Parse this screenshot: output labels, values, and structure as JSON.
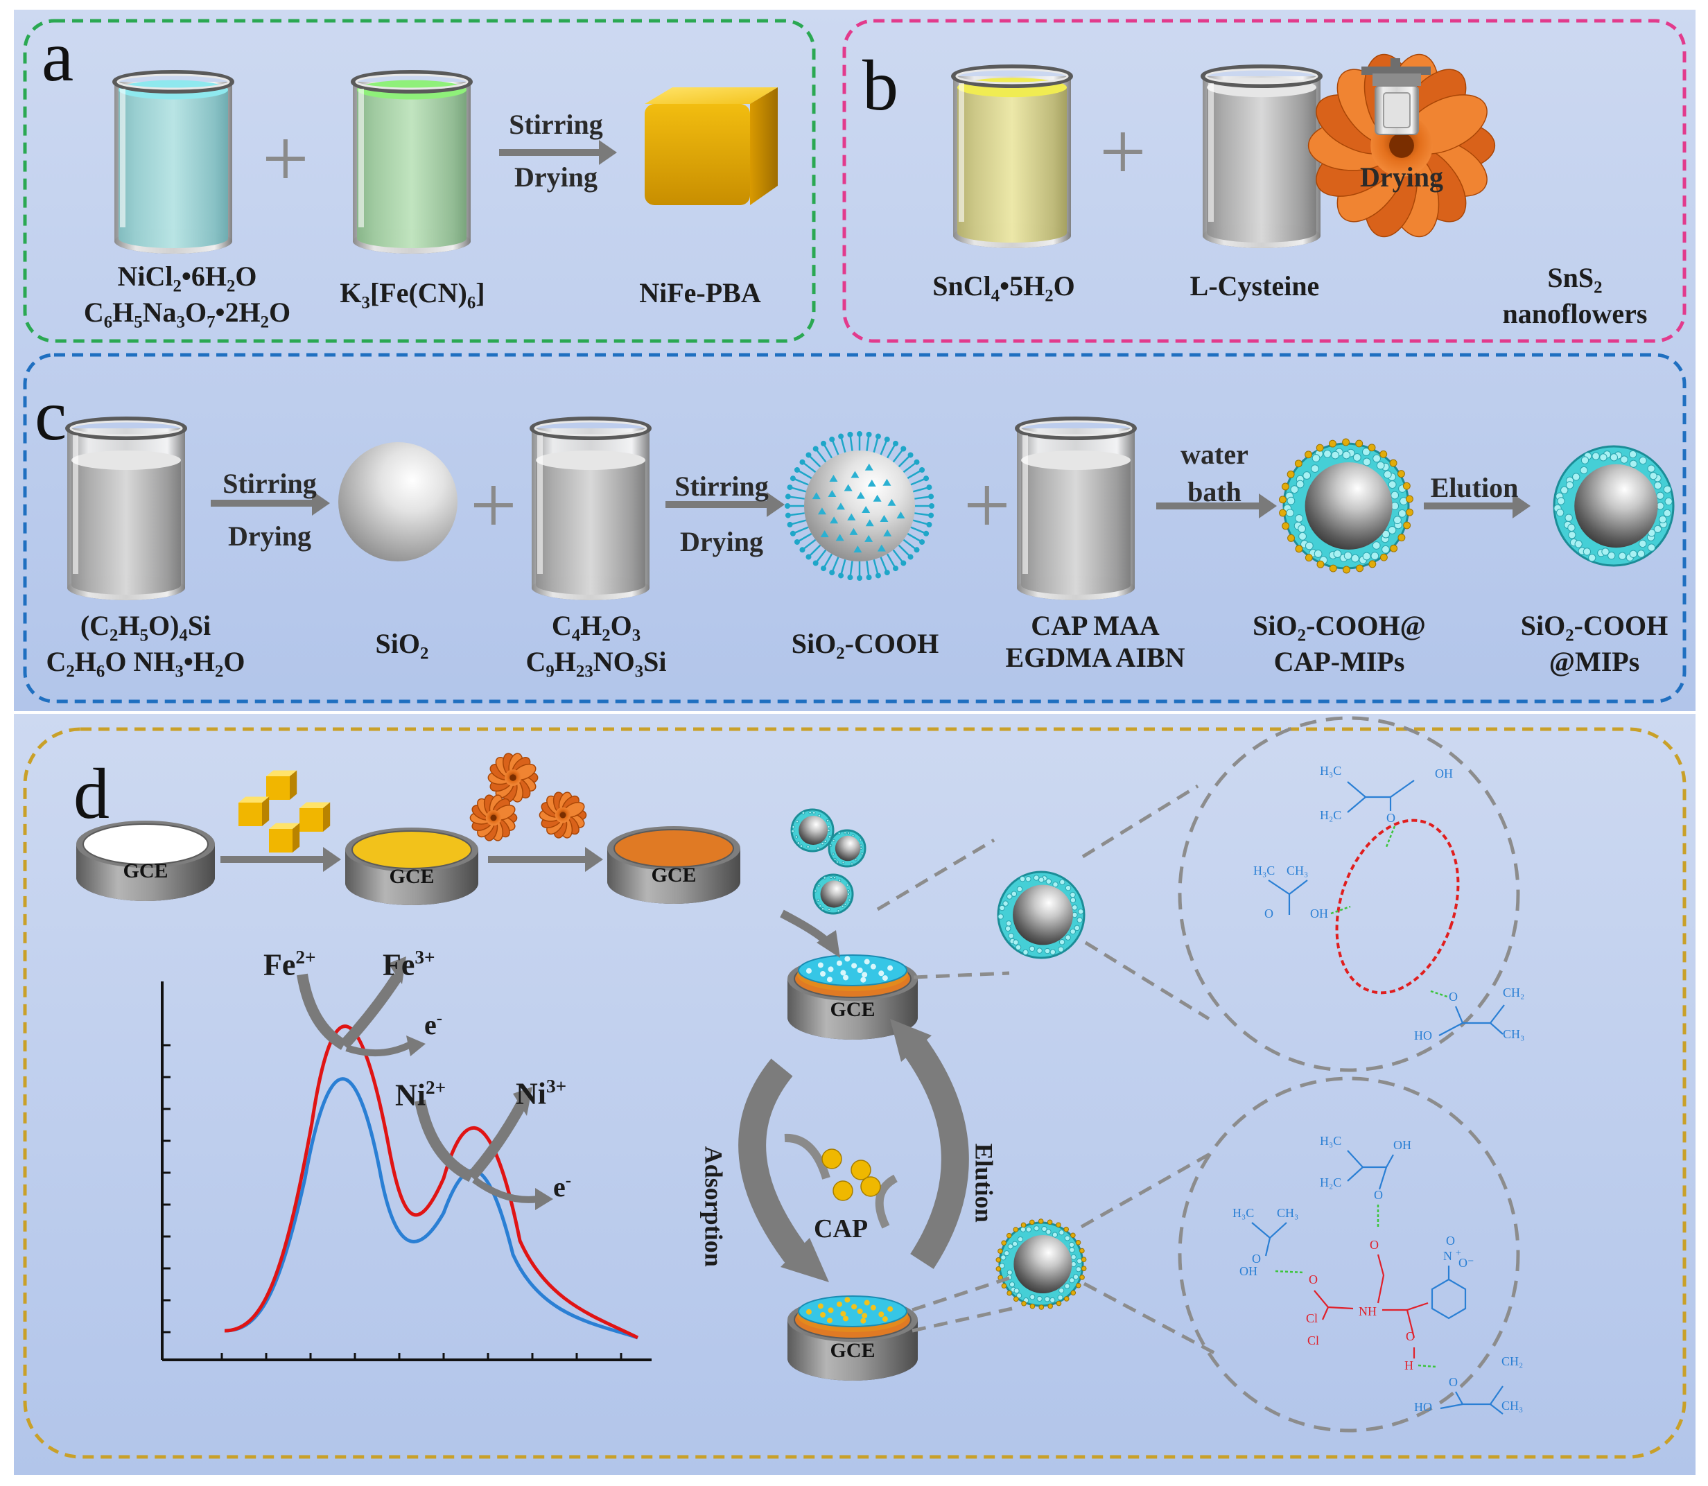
{
  "colors": {
    "panel_bg_top": "#c8d6f0",
    "panel_bg_bottom": "#b4c7ea",
    "frame_a": "#2aa852",
    "frame_b": "#e23a8c",
    "frame_c": "#1f6fc0",
    "frame_d": "#c9a028",
    "curve_red": "#e01414",
    "curve_blue": "#2a7fd4",
    "pba_gold": "#f0b800",
    "sns2_orange": "#e8721c",
    "mip_cyan": "#48d2d8"
  },
  "icons": [
    "beaker-icon",
    "cube-icon",
    "nanoflower-icon",
    "autoclave-icon",
    "sphere-icon",
    "electrode-icon",
    "cycle-arrow-icon"
  ],
  "panel_a": {
    "letter": "a",
    "beaker1_label_line1": [
      "NiCl",
      "2",
      "•6H",
      "2",
      "O"
    ],
    "beaker1_label_line2": [
      "C",
      "6",
      "H",
      "5",
      "Na",
      "3",
      "O",
      "7",
      "•2H",
      "2",
      "O"
    ],
    "beaker2_label": [
      "K",
      "3",
      "[Fe(CN)",
      "6",
      "]"
    ],
    "arrow_top": "Stirring",
    "arrow_bottom": "Drying",
    "product_label": "NiFe-PBA",
    "plus": "+"
  },
  "panel_b": {
    "letter": "b",
    "beaker1_label": [
      "SnCl",
      "4",
      "•5H",
      "2",
      "O"
    ],
    "beaker2_label": "L-Cysteine",
    "arrow_bottom": "Drying",
    "product_label_line1": [
      "SnS",
      "2"
    ],
    "product_label_line2": "nanoflowers",
    "plus": "+"
  },
  "panel_c": {
    "letter": "c",
    "beaker1_label_line1": [
      "(C",
      "2",
      "H",
      "5",
      "O)",
      "4",
      "Si"
    ],
    "beaker1_label_line2": [
      "C",
      "2",
      "H",
      "6",
      "O NH",
      "3",
      "•H",
      "2",
      "O"
    ],
    "arrow1_top": "Stirring",
    "arrow1_bottom": "Drying",
    "sio2_label": [
      "SiO",
      "2"
    ],
    "beaker2_label_line1": [
      "C",
      "4",
      "H",
      "2",
      "O",
      "3"
    ],
    "beaker2_label_line2": [
      "C",
      "9",
      "H",
      "23",
      "NO",
      "3",
      "Si"
    ],
    "arrow2_top": "Stirring",
    "arrow2_bottom": "Drying",
    "cooh_label": [
      "SiO",
      "2",
      "-COOH"
    ],
    "beaker3_label_line1": "CAP  MAA",
    "beaker3_label_line2": "EGDMA  AIBN",
    "arrow3_top": "water",
    "arrow3_bottom": "bath",
    "capmip_label_line1": [
      "SiO",
      "2",
      "-COOH@"
    ],
    "capmip_label_line2": "CAP-MIPs",
    "arrow4_top": "Elution",
    "mip_label_line1": [
      "SiO",
      "2",
      "-COOH"
    ],
    "mip_label_line2": "@MIPs",
    "plus": "+"
  },
  "panel_d": {
    "letter": "d",
    "electrode_label": "GCE",
    "fe2": [
      "Fe",
      "2+"
    ],
    "fe3": [
      "Fe",
      "3+"
    ],
    "ni2": [
      "Ni",
      "2+"
    ],
    "ni3": [
      "Ni",
      "3+"
    ],
    "electron": [
      "e",
      "-"
    ],
    "adsorption": "Adsorption",
    "elution": "Elution",
    "cap": "CAP",
    "chem": {
      "h3c": "H₃C",
      "h2c": "H₂C",
      "ch3": "CH₃",
      "ch2": "CH₂",
      "oh": "OH",
      "o": "O",
      "ho": "HO",
      "cl": "Cl",
      "nh": "NH",
      "h": "H",
      "no2": "N",
      "no2_o": "O",
      "no2_om": "O⁻",
      "no2_p": "+"
    }
  }
}
